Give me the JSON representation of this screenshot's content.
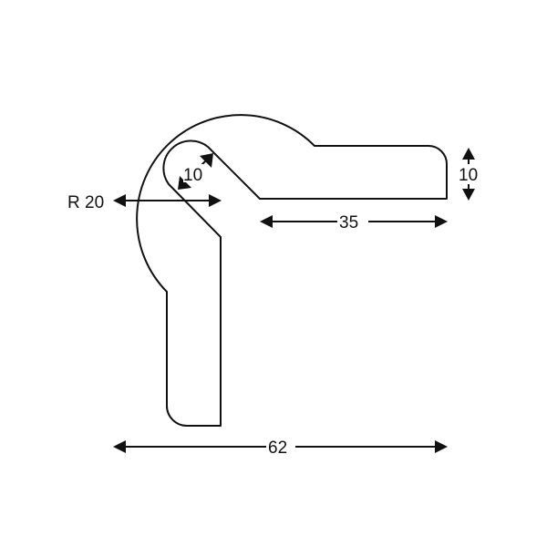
{
  "diagram": {
    "colors": {
      "line": "#111111",
      "background": "#ffffff"
    },
    "dimensions": {
      "radius_label": "R 20",
      "slot_width_label": "10",
      "flange_length_label": "35",
      "flange_thickness_label": "10",
      "overall_width_label": "62"
    }
  }
}
